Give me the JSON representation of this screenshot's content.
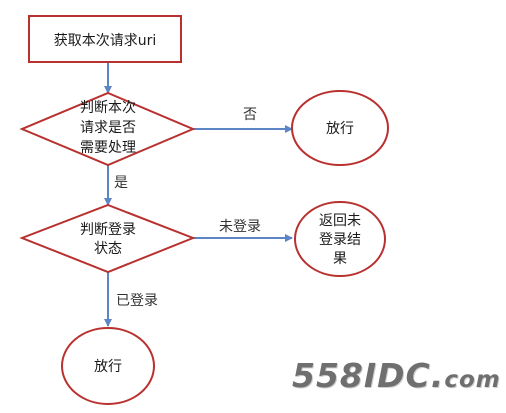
{
  "nodes": {
    "get_uri": "获取本次请求uri",
    "check_handle": [
      "判断本次",
      "请求是否",
      "需要处理"
    ],
    "release_1": "放行",
    "check_login": [
      "判断登录",
      "状态"
    ],
    "return_result": [
      "返回未",
      "登录结",
      "果"
    ],
    "release_2": "放行"
  },
  "edges": {
    "no": "否",
    "yes": "是",
    "not_logged_in": "未登录",
    "logged_in": "已登录"
  },
  "watermark": {
    "main": "558IDC.",
    "sub": "com"
  },
  "colors": {
    "shape_stroke": "#b8312f",
    "arrow": "#5b85c4"
  }
}
